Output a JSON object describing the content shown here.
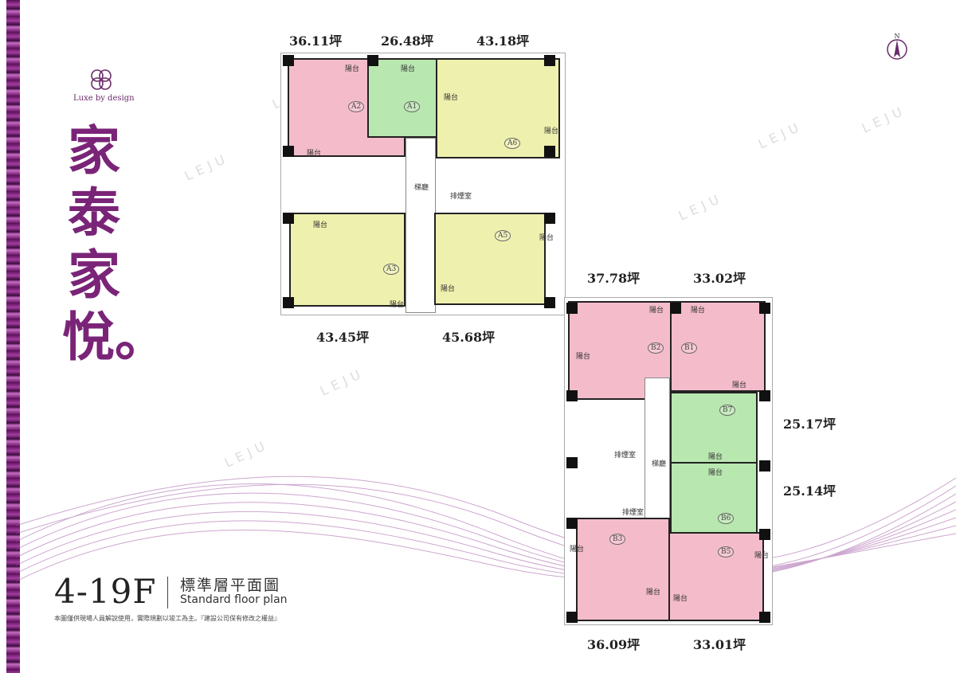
{
  "brand": {
    "logo_text": "Luxe by design",
    "title": "家泰家悅。"
  },
  "floor": {
    "range": "4-19F",
    "title_zh": "標準層平面圖",
    "title_en": "Standard floor plan",
    "disclaimer": "本圖僅供現場人員解說使用，實際規劃以竣工為主。『建設公司保有修改之權益』"
  },
  "compass": {
    "label": "N"
  },
  "watermark": "LEJU",
  "colors": {
    "pink": "#f4bccb",
    "green": "#b9e7b0",
    "yellow": "#eef0ae",
    "purple": "#7a2478"
  },
  "labels": {
    "balcony": "陽台",
    "lobby": "梯廳",
    "smoke_room": "排煙室"
  },
  "plan_a": {
    "areas": [
      "36.11坪",
      "26.48坪",
      "43.18坪",
      "43.45坪",
      "45.68坪"
    ],
    "units": [
      "A2",
      "A1",
      "A6",
      "A3",
      "A5"
    ]
  },
  "plan_b": {
    "areas": [
      "37.78坪",
      "33.02坪",
      "25.17坪",
      "25.14坪",
      "36.09坪",
      "33.01坪"
    ],
    "units": [
      "B2",
      "B1",
      "B7",
      "B6",
      "B3",
      "B5"
    ]
  }
}
